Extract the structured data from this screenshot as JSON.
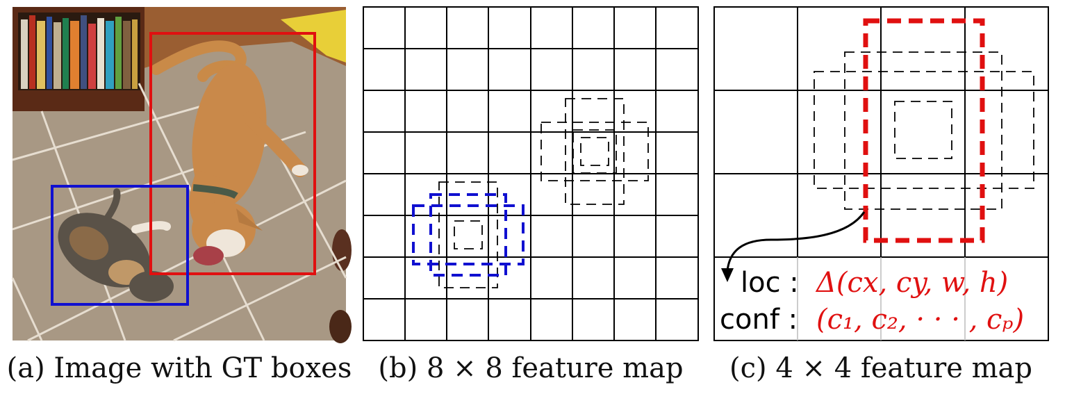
{
  "captions": {
    "a": "(a) Image with GT boxes",
    "b": "(b) 8 × 8 feature map",
    "c": "(c) 4 × 4 feature map"
  },
  "feature_maps": {
    "b": {
      "grid": 8
    },
    "c": {
      "grid": 4
    }
  },
  "predictions": {
    "loc_label": "loc :",
    "loc_formula": "Δ(cx, cy, w, h)",
    "conf_label": "conf :",
    "conf_formula": "(c₁, c₂, · · · , cₚ)"
  },
  "colors": {
    "cat_box": "#1010d0",
    "dog_box": "#e01010",
    "formula": "#e01010",
    "grid": "#000000"
  }
}
